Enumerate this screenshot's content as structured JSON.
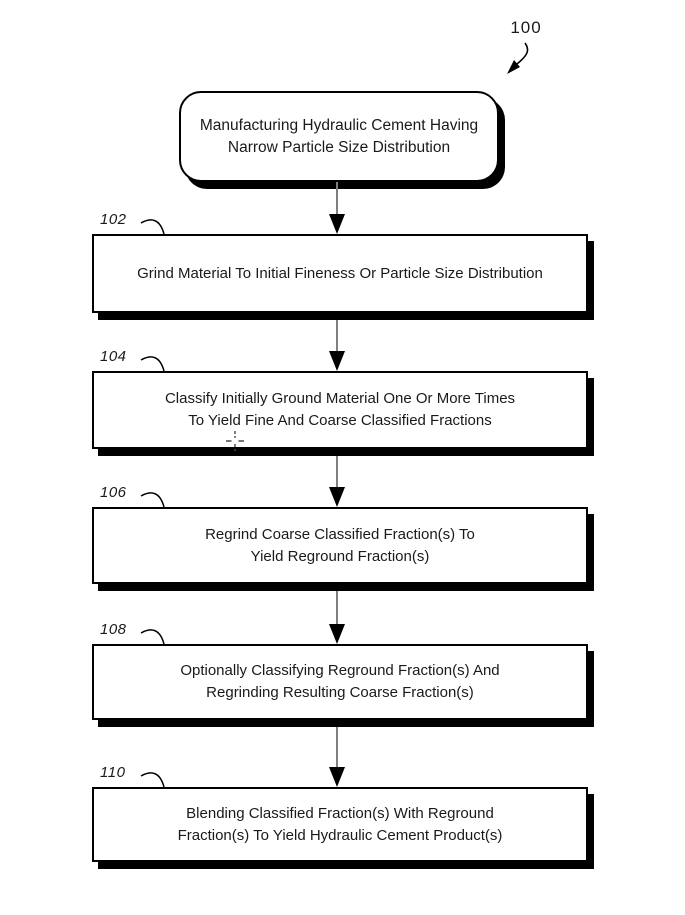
{
  "figure": {
    "reference_label": "100",
    "start_node": {
      "text": "Manufacturing Hydraulic Cement Having\nNarrow Particle Size Distribution"
    },
    "steps": [
      {
        "ref": "102",
        "text": "Grind Material To Initial Fineness Or Particle Size Distribution"
      },
      {
        "ref": "104",
        "text": "Classify Initially Ground Material One Or More Times\nTo Yield Fine And Coarse Classified Fractions"
      },
      {
        "ref": "106",
        "text": "Regrind Coarse Classified Fraction(s) To\nYield Reground Fraction(s)"
      },
      {
        "ref": "108",
        "text": "Optionally Classifying Reground Fraction(s) And\nRegrinding Resulting Coarse Fraction(s)"
      },
      {
        "ref": "110",
        "text": "Blending Classified Fraction(s) With Reground\nFraction(s) To Yield Hydraulic Cement Product(s)"
      }
    ],
    "icons": {
      "reference_pointer": "curved-arrow-down-left-icon",
      "connector": "arrow-down-icon",
      "cursor": "crosshair-icon"
    },
    "colors": {
      "line": "#000000",
      "shadow": "#000000",
      "connector_stem": "#7f7f7f",
      "text": "#1a1a1a",
      "background": "#ffffff"
    }
  }
}
